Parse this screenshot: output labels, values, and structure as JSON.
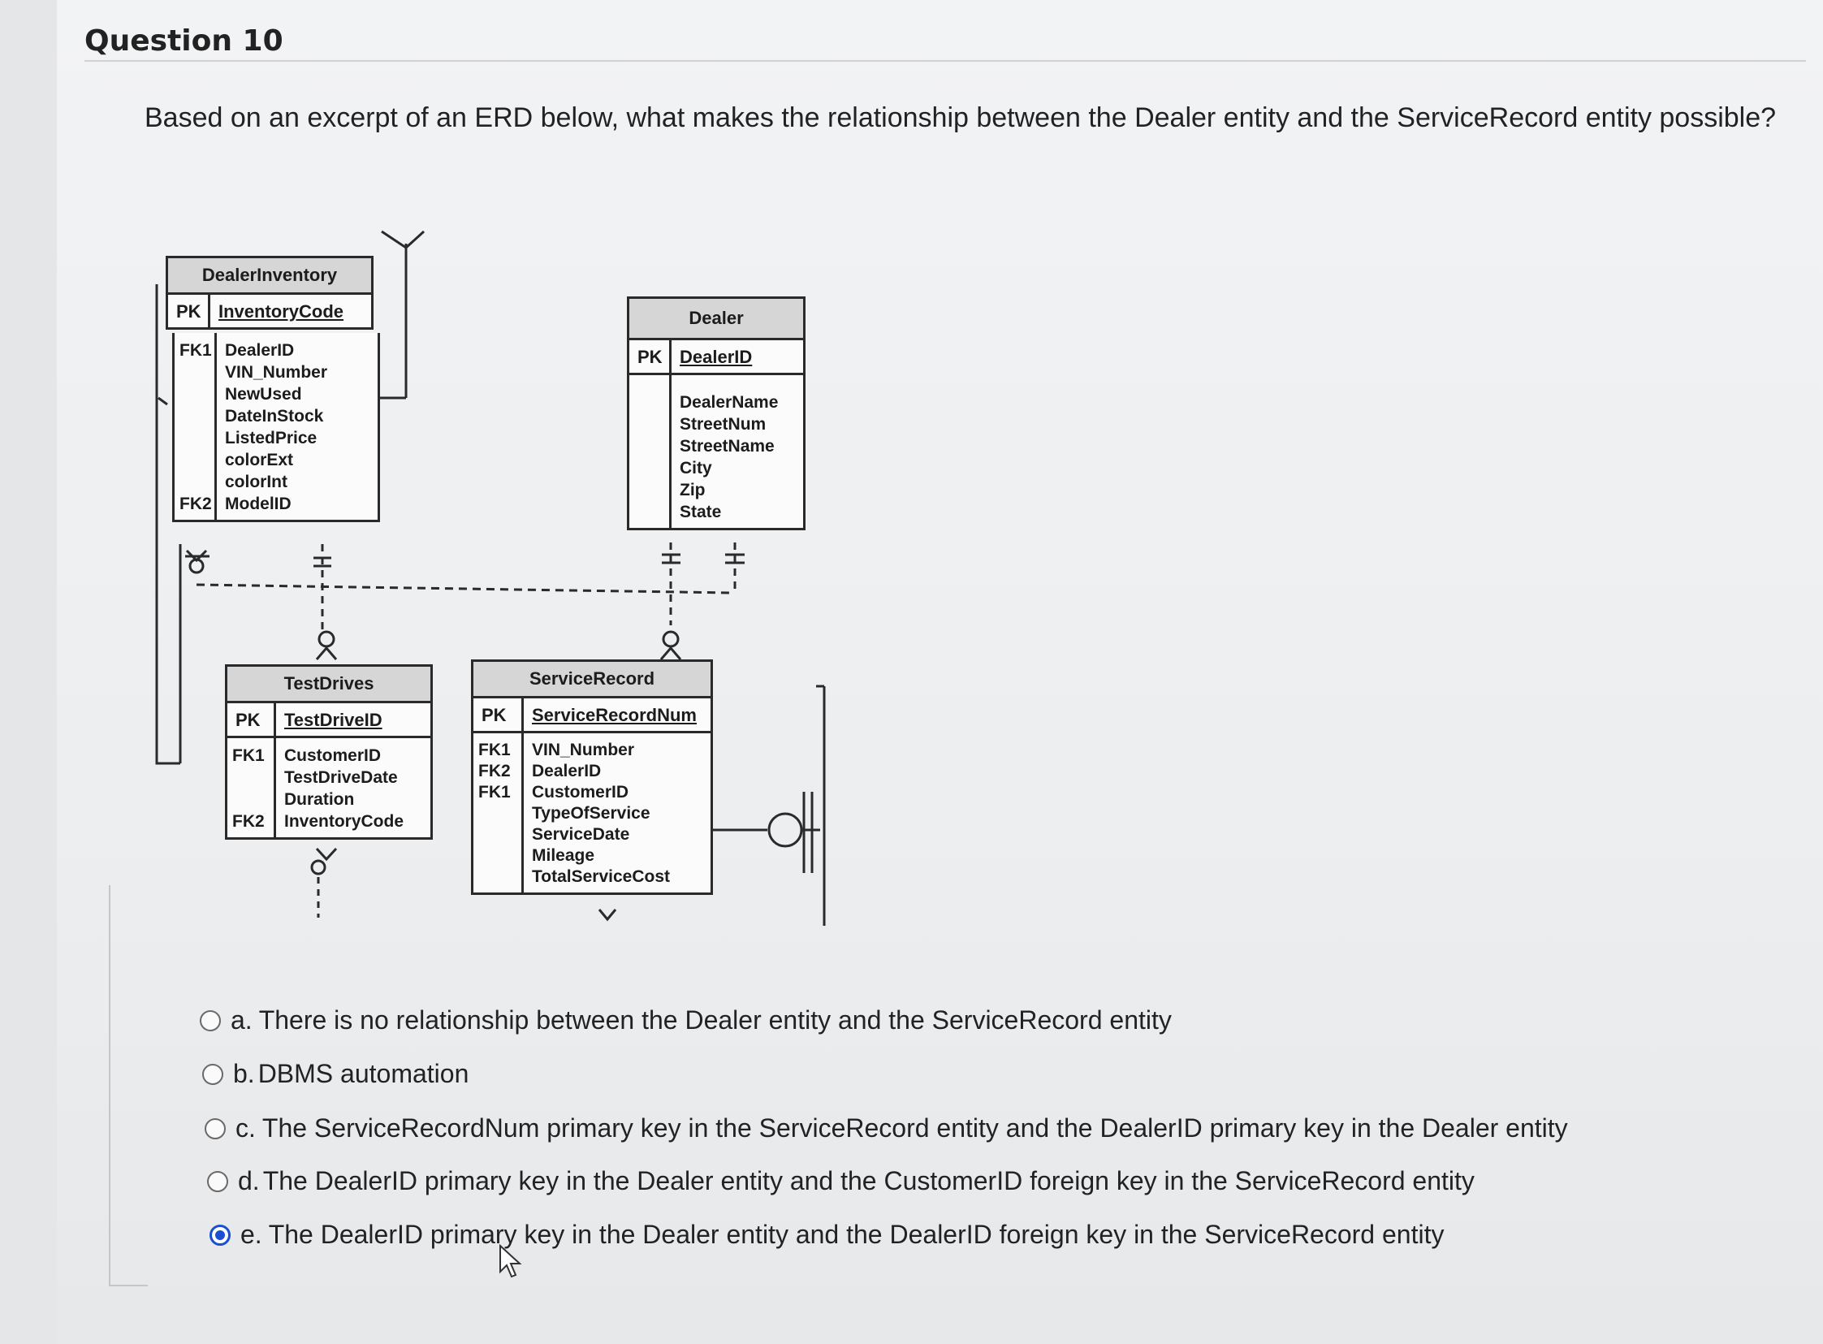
{
  "question": {
    "title": "Question 10",
    "text": "Based on an excerpt of an ERD below, what makes the relationship between the Dealer entity and the ServiceRecord entity possible?"
  },
  "erd": {
    "dealer_inventory": {
      "name": "DealerInventory",
      "pk_label": "PK",
      "pk": "InventoryCode",
      "key_labels": [
        "FK1",
        "",
        "",
        "",
        "",
        "",
        "",
        "FK2"
      ],
      "attributes": [
        "DealerID",
        "VIN_Number",
        "NewUsed",
        "DateInStock",
        "ListedPrice",
        "colorExt",
        "colorInt",
        "ModelID"
      ]
    },
    "dealer": {
      "name": "Dealer",
      "pk_label": "PK",
      "pk": "DealerID",
      "key_labels": [
        "",
        "",
        "",
        "",
        "",
        ""
      ],
      "attributes": [
        "DealerName",
        "StreetNum",
        "StreetName",
        "City",
        "Zip",
        "State"
      ]
    },
    "test_drives": {
      "name": "TestDrives",
      "pk_label": "PK",
      "pk": "TestDriveID",
      "key_labels": [
        "FK1",
        "",
        "",
        "FK2"
      ],
      "attributes": [
        "CustomerID",
        "TestDriveDate",
        "Duration",
        "InventoryCode"
      ]
    },
    "service_record": {
      "name": "ServiceRecord",
      "pk_label": "PK",
      "pk": "ServiceRecordNum",
      "key_labels": [
        "FK1",
        "FK2",
        "FK1",
        "",
        "",
        "",
        ""
      ],
      "attributes": [
        "VIN_Number",
        "DealerID",
        "CustomerID",
        "TypeOfService",
        "ServiceDate",
        "Mileage",
        "TotalServiceCost"
      ]
    }
  },
  "options": [
    {
      "letter": "a.",
      "text": "There is no relationship between the Dealer entity and the ServiceRecord entity",
      "selected": false
    },
    {
      "letter": "b.",
      "text": "DBMS automation",
      "selected": false
    },
    {
      "letter": "c.",
      "text": "The ServiceRecordNum primary key in the ServiceRecord entity and the DealerID primary key in the Dealer entity",
      "selected": false
    },
    {
      "letter": "d.",
      "text": "The DealerID primary key in the Dealer entity and the CustomerID foreign key in the ServiceRecord entity",
      "selected": false
    },
    {
      "letter": "e.",
      "text": "The DealerID primary key in the Dealer entity and the DealerID foreign key in the ServiceRecord entity",
      "selected": true
    }
  ],
  "colors": {
    "selected_radio": "#1b4fd1",
    "entity_header": "#d6d6d6"
  }
}
